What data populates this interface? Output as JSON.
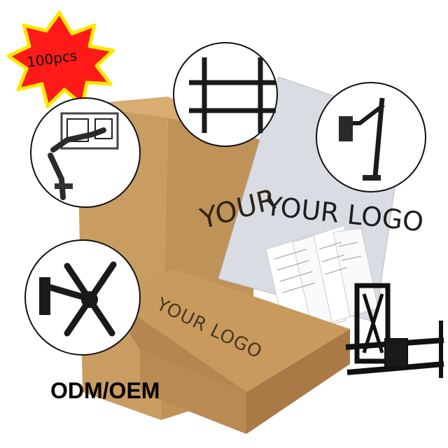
{
  "badge": {
    "label": "100pcs",
    "fill": "#ff1a1a",
    "glow": "#ffe800",
    "icon": "starburst-icon"
  },
  "box": {
    "front_logo": "YOUR LOGO",
    "side_logo": "YOUR",
    "color": "#c89a5e"
  },
  "poster": {
    "logo": "YOUR LOGO",
    "color": "#d9dce2"
  },
  "caption": "ODM/OEM",
  "circles": [
    {
      "name": "dual-arm-monitor-mount-icon"
    },
    {
      "name": "fixed-tv-bracket-icon"
    },
    {
      "name": "single-arm-monitor-mount-icon"
    },
    {
      "name": "articulating-tv-mount-icon"
    }
  ],
  "extra_product": "full-motion-tv-mount-icon"
}
